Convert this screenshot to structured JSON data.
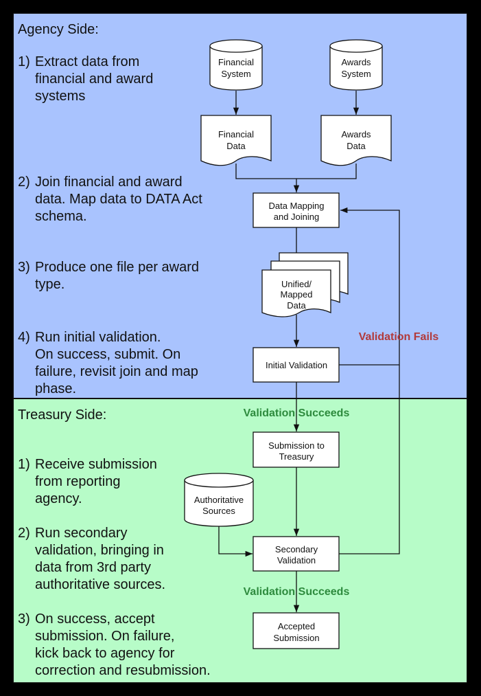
{
  "agency": {
    "heading": "Agency Side:",
    "steps": [
      {
        "num": "1)",
        "lines": [
          "Extract data from",
          "financial and award",
          "systems"
        ]
      },
      {
        "num": "2)",
        "lines": [
          "Join financial and award",
          "data. Map data to DATA Act",
          "schema."
        ]
      },
      {
        "num": "3)",
        "lines": [
          "Produce one file per award",
          "type."
        ]
      },
      {
        "num": "4)",
        "lines": [
          "Run initial validation.",
          "On success, submit. On",
          "failure, revisit join and map",
          "phase."
        ]
      }
    ]
  },
  "treasury": {
    "heading": "Treasury Side:",
    "steps": [
      {
        "num": "1)",
        "lines": [
          "Receive submission",
          "from reporting",
          "agency."
        ]
      },
      {
        "num": "2)",
        "lines": [
          "Run secondary",
          "validation, bringing in",
          "data from 3rd party",
          "authoritative sources."
        ]
      },
      {
        "num": "3)",
        "lines": [
          "On success, accept",
          "submission. On failure,",
          "kick back to agency for",
          "correction and resubmission."
        ]
      }
    ]
  },
  "nodes": {
    "financial_system": [
      "Financial",
      "System"
    ],
    "awards_system": [
      "Awards",
      "System"
    ],
    "financial_data": [
      "Financial",
      "Data"
    ],
    "awards_data": [
      "Awards",
      "Data"
    ],
    "data_mapping": [
      "Data Mapping",
      "and Joining"
    ],
    "unified_data": [
      "Unified/",
      "Mapped",
      "Data"
    ],
    "initial_validation": [
      "Initial Validation"
    ],
    "submission": [
      "Submission to",
      "Treasury"
    ],
    "authoritative_sources": [
      "Authoritative",
      "Sources"
    ],
    "secondary_validation": [
      "Secondary",
      "Validation"
    ],
    "accepted_submission": [
      "Accepted",
      "Submission"
    ]
  },
  "edge_labels": {
    "validation_fails": "Validation Fails",
    "validation_succeeds_1": "Validation Succeeds",
    "validation_succeeds_2": "Validation Succeeds"
  },
  "colors": {
    "agency_bg": "#a9c3fe",
    "treasury_bg": "#b7fcc8",
    "fail_label": "#b23a3a",
    "success_label": "#2e8b3e"
  }
}
